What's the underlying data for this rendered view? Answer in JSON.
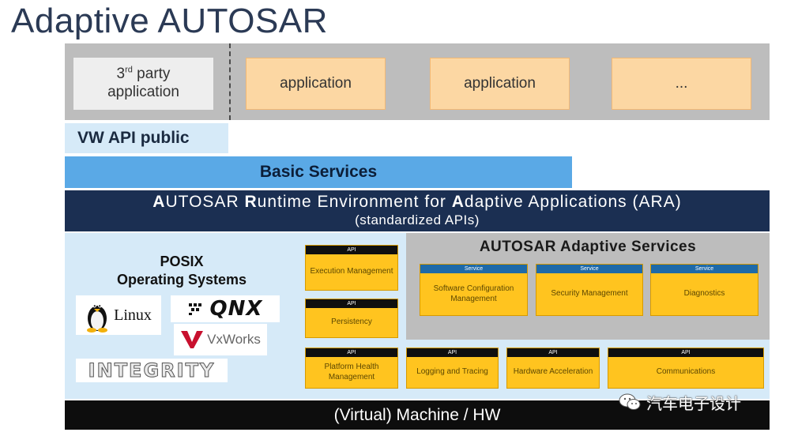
{
  "title": "Adaptive AUTOSAR",
  "applications": {
    "third_party_line1": "3rd party",
    "third_party_line2": "application",
    "app1": "application",
    "app2": "application",
    "app3": "..."
  },
  "vw_api": "VW API public",
  "basic_services": "Basic Services",
  "ara": {
    "line1": "AUTOSAR Runtime Environment for Adaptive Applications (ARA)",
    "line2": "(standardized APIs)"
  },
  "posix": {
    "line1": "POSIX",
    "line2": "Operating Systems"
  },
  "os_logos": {
    "linux": "Linux",
    "qnx": "QNX",
    "vxworks": "VxWorks",
    "integrity": "INTEGRITY"
  },
  "adaptive_services": {
    "title": "AUTOSAR Adaptive Services",
    "tag": "Service",
    "items": [
      "Software Configuration Management",
      "Security Management",
      "Diagnostics"
    ]
  },
  "api_tag": "API",
  "api_modules": {
    "execution": "Execution Management",
    "persistency": "Persistency",
    "platform_health": "Platform Health Management",
    "logging": "Logging and Tracing",
    "hardware_accel": "Hardware Acceleration",
    "communications": "Communications"
  },
  "hw": "(Virtual) Machine / HW",
  "watermark": "汽车电子设计"
}
